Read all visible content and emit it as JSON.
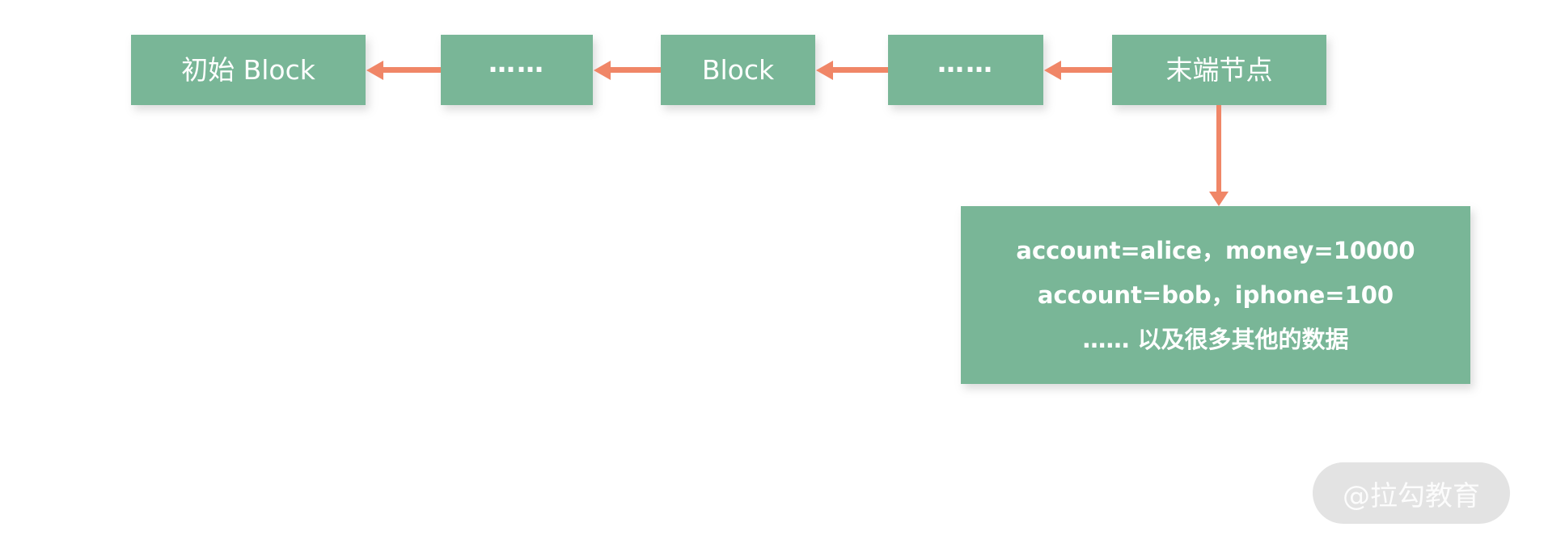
{
  "colors": {
    "node_fill": "#79b697",
    "arrow": "#f08667",
    "node_text": "#ffffff",
    "watermark_bg": "#e3e3e3",
    "watermark_text": "#f5f5f5"
  },
  "chain": {
    "nodes": [
      {
        "id": "genesis-block",
        "label": "初始 Block"
      },
      {
        "id": "ellipsis-1",
        "label": "……"
      },
      {
        "id": "middle-block",
        "label": "Block"
      },
      {
        "id": "ellipsis-2",
        "label": "……"
      },
      {
        "id": "tail-node",
        "label": "末端节点"
      }
    ]
  },
  "data_box": {
    "lines": [
      "account=alice，money=10000",
      "account=bob，iphone=100",
      "…… 以及很多其他的数据"
    ]
  },
  "watermark": {
    "label": "@拉勾教育"
  }
}
